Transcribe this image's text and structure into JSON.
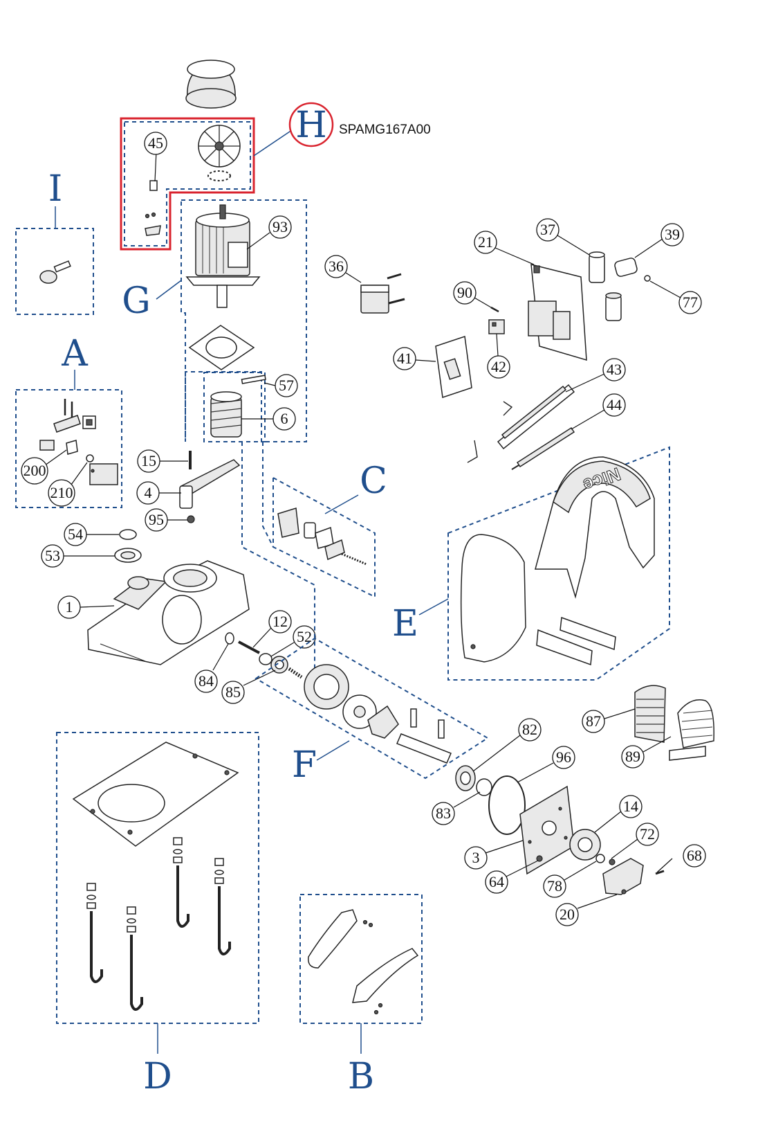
{
  "diagram": {
    "highlight_code": "SPAMG167A00",
    "highlight_color": "#d9232e",
    "accent_color": "#1f4e8c",
    "groups": {
      "A": "A",
      "B": "B",
      "C": "C",
      "D": "D",
      "E": "E",
      "F": "F",
      "G": "G",
      "H": "H",
      "I": "I"
    },
    "callouts": {
      "c45": "45",
      "c93": "93",
      "c36": "36",
      "c21": "21",
      "c37": "37",
      "c39": "39",
      "c77": "77",
      "c90": "90",
      "c41": "41",
      "c42": "42",
      "c43": "43",
      "c44": "44",
      "c57": "57",
      "c6": "6",
      "c15": "15",
      "c4": "4",
      "c95": "95",
      "c54": "54",
      "c53": "53",
      "c1": "1",
      "c12": "12",
      "c52": "52",
      "c84": "84",
      "c85": "85",
      "c200": "200",
      "c210": "210",
      "c82": "82",
      "c96": "96",
      "c83": "83",
      "c14": "14",
      "c72": "72",
      "c68": "68",
      "c3": "3",
      "c64": "64",
      "c78": "78",
      "c20": "20",
      "c87": "87",
      "c89": "89"
    },
    "cover_logo": "Nice"
  }
}
